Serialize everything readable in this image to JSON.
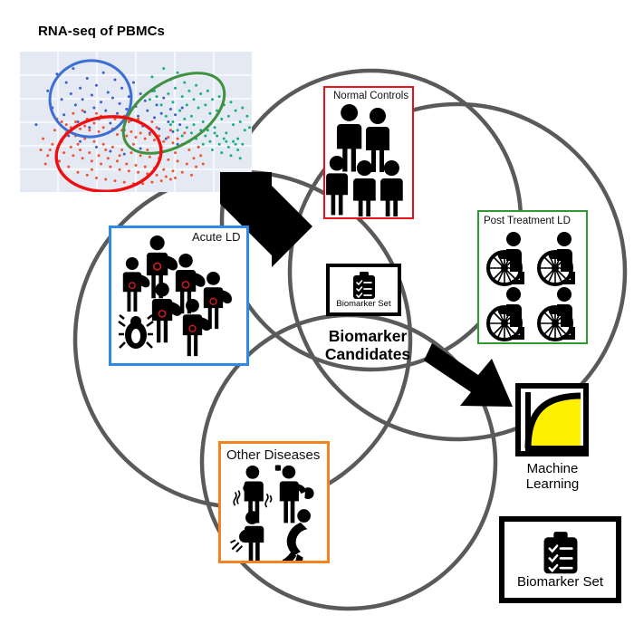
{
  "figure": {
    "title": "RNA-seq of PBMCs",
    "type": "study-design-venn-workflow"
  },
  "scatter": {
    "title": "RNA-seq of PBMCs",
    "background_color": "#e4e9f4",
    "gridline_color": "#f2f5fb",
    "ellipses": [
      {
        "name": "blue-cluster-ellipse",
        "color": "#3b6fd4"
      },
      {
        "name": "green-cluster-ellipse",
        "color": "#3f9140"
      },
      {
        "name": "red-cluster-ellipse",
        "color": "#ef0f0f"
      }
    ]
  },
  "chart_data": {
    "type": "scatter",
    "title": "RNA-seq of PBMCs",
    "xlabel": "",
    "ylabel": "",
    "grid": true,
    "legend": "none",
    "xlim": [
      0,
      100
    ],
    "ylim": [
      0,
      100
    ],
    "series": [
      {
        "name": "blue-cluster",
        "color": "#3b61c9",
        "cluster_outline_color": "#3b6fd4",
        "n_points": 62,
        "points": [
          [
            7,
            48
          ],
          [
            12,
            72
          ],
          [
            14,
            60
          ],
          [
            16,
            84
          ],
          [
            18,
            66
          ],
          [
            19,
            55
          ],
          [
            20,
            78
          ],
          [
            21,
            40
          ],
          [
            22,
            70
          ],
          [
            23,
            88
          ],
          [
            24,
            62
          ],
          [
            25,
            50
          ],
          [
            26,
            74
          ],
          [
            27,
            66
          ],
          [
            28,
            57
          ],
          [
            29,
            81
          ],
          [
            30,
            46
          ],
          [
            31,
            69
          ],
          [
            32,
            60
          ],
          [
            33,
            76
          ],
          [
            34,
            52
          ],
          [
            35,
            64
          ],
          [
            36,
            85
          ],
          [
            37,
            58
          ],
          [
            38,
            71
          ],
          [
            39,
            49
          ],
          [
            40,
            67
          ],
          [
            41,
            80
          ],
          [
            42,
            56
          ],
          [
            43,
            63
          ],
          [
            44,
            74
          ],
          [
            45,
            44
          ],
          [
            46,
            59
          ],
          [
            47,
            68
          ],
          [
            48,
            51
          ],
          [
            49,
            78
          ],
          [
            50,
            61
          ],
          [
            51,
            54
          ],
          [
            52,
            70
          ],
          [
            53,
            47
          ],
          [
            54,
            65
          ],
          [
            55,
            58
          ],
          [
            56,
            42
          ],
          [
            57,
            72
          ],
          [
            58,
            53
          ],
          [
            59,
            62
          ],
          [
            60,
            45
          ],
          [
            61,
            56
          ],
          [
            62,
            67
          ],
          [
            63,
            38
          ],
          [
            64,
            50
          ],
          [
            65,
            59
          ],
          [
            66,
            43
          ],
          [
            67,
            55
          ],
          [
            68,
            34
          ],
          [
            69,
            48
          ],
          [
            70,
            60
          ],
          [
            26,
            36
          ],
          [
            33,
            32
          ],
          [
            39,
            29
          ],
          [
            45,
            27
          ],
          [
            52,
            31
          ]
        ]
      },
      {
        "name": "green-cluster",
        "color": "#17b080",
        "cluster_outline_color": "#3f9140",
        "n_points": 74,
        "points": [
          [
            57,
            82
          ],
          [
            60,
            76
          ],
          [
            62,
            88
          ],
          [
            64,
            70
          ],
          [
            65,
            80
          ],
          [
            66,
            64
          ],
          [
            67,
            74
          ],
          [
            68,
            85
          ],
          [
            69,
            58
          ],
          [
            70,
            68
          ],
          [
            71,
            78
          ],
          [
            72,
            62
          ],
          [
            73,
            72
          ],
          [
            74,
            54
          ],
          [
            75,
            66
          ],
          [
            76,
            76
          ],
          [
            77,
            60
          ],
          [
            78,
            70
          ],
          [
            79,
            50
          ],
          [
            80,
            62
          ],
          [
            81,
            72
          ],
          [
            82,
            56
          ],
          [
            83,
            66
          ],
          [
            84,
            46
          ],
          [
            85,
            58
          ],
          [
            86,
            68
          ],
          [
            87,
            52
          ],
          [
            88,
            62
          ],
          [
            89,
            42
          ],
          [
            90,
            54
          ],
          [
            91,
            64
          ],
          [
            92,
            48
          ],
          [
            93,
            58
          ],
          [
            94,
            38
          ],
          [
            95,
            50
          ],
          [
            96,
            60
          ],
          [
            97,
            44
          ],
          [
            98,
            54
          ],
          [
            66,
            50
          ],
          [
            68,
            44
          ],
          [
            70,
            40
          ],
          [
            72,
            46
          ],
          [
            74,
            42
          ],
          [
            76,
            38
          ],
          [
            78,
            44
          ],
          [
            80,
            40
          ],
          [
            82,
            36
          ],
          [
            84,
            42
          ],
          [
            86,
            34
          ],
          [
            88,
            38
          ],
          [
            90,
            32
          ],
          [
            92,
            36
          ],
          [
            94,
            30
          ],
          [
            96,
            34
          ],
          [
            63,
            54
          ],
          [
            65,
            48
          ],
          [
            61,
            62
          ],
          [
            59,
            68
          ],
          [
            58,
            72
          ],
          [
            56,
            66
          ],
          [
            71,
            52
          ],
          [
            73,
            36
          ],
          [
            75,
            48
          ],
          [
            77,
            32
          ],
          [
            79,
            34
          ],
          [
            81,
            44
          ],
          [
            83,
            30
          ],
          [
            85,
            40
          ],
          [
            87,
            28
          ],
          [
            89,
            36
          ],
          [
            91,
            26
          ],
          [
            93,
            34
          ],
          [
            95,
            24
          ],
          [
            99,
            46
          ]
        ]
      },
      {
        "name": "red-cluster",
        "color": "#ee5533",
        "cluster_outline_color": "#ef0f0f",
        "n_points": 118,
        "points": [
          [
            10,
            38
          ],
          [
            13,
            30
          ],
          [
            15,
            44
          ],
          [
            17,
            22
          ],
          [
            18,
            36
          ],
          [
            19,
            28
          ],
          [
            20,
            42
          ],
          [
            21,
            18
          ],
          [
            22,
            32
          ],
          [
            23,
            26
          ],
          [
            24,
            40
          ],
          [
            25,
            14
          ],
          [
            26,
            30
          ],
          [
            27,
            24
          ],
          [
            28,
            38
          ],
          [
            29,
            12
          ],
          [
            30,
            28
          ],
          [
            31,
            22
          ],
          [
            32,
            36
          ],
          [
            33,
            10
          ],
          [
            34,
            26
          ],
          [
            35,
            20
          ],
          [
            36,
            34
          ],
          [
            37,
            9
          ],
          [
            38,
            24
          ],
          [
            39,
            18
          ],
          [
            40,
            32
          ],
          [
            41,
            8
          ],
          [
            42,
            22
          ],
          [
            43,
            16
          ],
          [
            44,
            30
          ],
          [
            45,
            7
          ],
          [
            46,
            20
          ],
          [
            47,
            15
          ],
          [
            48,
            28
          ],
          [
            49,
            6
          ],
          [
            50,
            19
          ],
          [
            51,
            14
          ],
          [
            52,
            26
          ],
          [
            53,
            6
          ],
          [
            54,
            18
          ],
          [
            55,
            13
          ],
          [
            56,
            25
          ],
          [
            57,
            7
          ],
          [
            58,
            17
          ],
          [
            59,
            12
          ],
          [
            60,
            24
          ],
          [
            61,
            8
          ],
          [
            62,
            16
          ],
          [
            63,
            11
          ],
          [
            64,
            23
          ],
          [
            65,
            9
          ],
          [
            66,
            15
          ],
          [
            67,
            10
          ],
          [
            68,
            22
          ],
          [
            70,
            14
          ],
          [
            72,
            20
          ],
          [
            74,
            12
          ],
          [
            76,
            18
          ],
          [
            78,
            26
          ],
          [
            16,
            52
          ],
          [
            18,
            50
          ],
          [
            20,
            48
          ],
          [
            22,
            46
          ],
          [
            24,
            50
          ],
          [
            26,
            45
          ],
          [
            28,
            47
          ],
          [
            30,
            44
          ],
          [
            32,
            49
          ],
          [
            34,
            43
          ],
          [
            36,
            46
          ],
          [
            38,
            42
          ],
          [
            40,
            45
          ],
          [
            42,
            41
          ],
          [
            44,
            44
          ],
          [
            46,
            40
          ],
          [
            48,
            43
          ],
          [
            50,
            39
          ],
          [
            52,
            42
          ],
          [
            54,
            38
          ],
          [
            56,
            41
          ],
          [
            58,
            37
          ],
          [
            60,
            40
          ],
          [
            62,
            36
          ],
          [
            64,
            39
          ],
          [
            66,
            35
          ],
          [
            68,
            38
          ],
          [
            70,
            34
          ],
          [
            12,
            26
          ],
          [
            14,
            34
          ],
          [
            11,
            20
          ],
          [
            9,
            30
          ],
          [
            25,
            34
          ],
          [
            31,
            16
          ],
          [
            37,
            30
          ],
          [
            43,
            26
          ],
          [
            49,
            34
          ],
          [
            55,
            30
          ],
          [
            61,
            32
          ],
          [
            67,
            28
          ],
          [
            29,
            52
          ],
          [
            35,
            54
          ],
          [
            41,
            52
          ],
          [
            47,
            50
          ],
          [
            53,
            48
          ],
          [
            59,
            46
          ],
          [
            65,
            44
          ],
          [
            71,
            42
          ],
          [
            73,
            30
          ],
          [
            75,
            24
          ],
          [
            77,
            32
          ],
          [
            79,
            20
          ],
          [
            23,
            56
          ],
          [
            27,
            58
          ],
          [
            33,
            56
          ],
          [
            45,
            54
          ],
          [
            51,
            52
          ],
          [
            57,
            50
          ]
        ]
      }
    ]
  },
  "venn": {
    "circle_color": "#5a5a5a",
    "circles": [
      {
        "name": "left-circle"
      },
      {
        "name": "top-circle"
      },
      {
        "name": "right-circle"
      },
      {
        "name": "bottom-circle"
      }
    ]
  },
  "groups": {
    "normal_controls": {
      "label": "Normal Controls",
      "border_color": "#e8131a",
      "figure_count": 5,
      "icon": "person-icon"
    },
    "acute_ld": {
      "label": "Acute LD",
      "border_color": "#2e8ae6",
      "figure_count": 6,
      "icon": "person-with-rash-icon",
      "extra_icon": "tick-icon"
    },
    "post_treatment_ld": {
      "label": "Post Treatment LD",
      "border_color": "#2e9b2e",
      "figure_count": 4,
      "icon": "wheelchair-person-icon"
    },
    "other_diseases": {
      "label": "Other Diseases",
      "border_color": "#f58220",
      "figure_count": 4,
      "icon": "sick-person-icon"
    }
  },
  "outputs": {
    "biomarker_set_center": {
      "label": "Biomarker Set",
      "icon": "clipboard-checklist-icon"
    },
    "biomarker_candidates": {
      "line1": "Biomarker",
      "line2": "Candidates"
    },
    "machine_learning": {
      "line1": "Machine",
      "line2": "Learning",
      "icon": "roc-curve-icon",
      "fill_color": "#ffef00"
    },
    "biomarker_set_final": {
      "label": "Biomarker Set",
      "icon": "clipboard-checklist-icon"
    }
  },
  "arrows": [
    {
      "name": "arrow-scatter-to-center",
      "direction": "down-right",
      "color": "#000000"
    },
    {
      "name": "arrow-center-to-ml",
      "direction": "down-right",
      "color": "#000000"
    }
  ]
}
